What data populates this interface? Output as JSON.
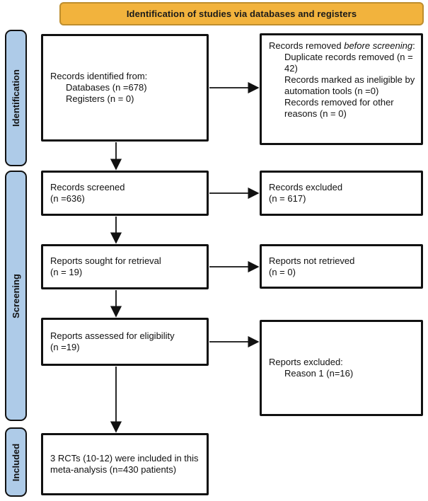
{
  "banner": {
    "title": "Identification of studies via databases and registers",
    "fill": "#F2B33D",
    "border": "#BE8E2E"
  },
  "sidebar": {
    "fill": "#AECBE8",
    "stages": [
      {
        "label": "Identification"
      },
      {
        "label": "Screening"
      },
      {
        "label": "Included"
      }
    ]
  },
  "flow": {
    "records_identified": {
      "title": "Records identified from:",
      "items": [
        "Databases (n =678)",
        "Registers (n = 0)"
      ]
    },
    "records_removed": {
      "prefix": "Records removed ",
      "italic": "before screening",
      "suffix": ":",
      "items": [
        "Duplicate records removed (n = 42)",
        "Records marked as ineligible by automation tools (n =0)",
        "Records removed for other reasons (n = 0)"
      ]
    },
    "records_screened": {
      "lines": [
        "Records screened",
        "(n =636)"
      ]
    },
    "records_excluded": {
      "lines": [
        "Records excluded",
        "(n = 617)"
      ]
    },
    "reports_sought": {
      "lines": [
        "Reports sought for retrieval",
        "(n = 19)"
      ]
    },
    "reports_not_retrieved": {
      "lines": [
        "Reports not retrieved",
        "(n = 0)"
      ]
    },
    "reports_assessed": {
      "lines": [
        "Reports assessed for eligibility",
        "(n =19)"
      ]
    },
    "reports_excluded": {
      "title": "Reports excluded:",
      "items": [
        "Reason 1 (n=16)"
      ]
    },
    "included": {
      "text": "3 RCTs (10-12) were included in this meta-analysis (n=430 patients)"
    }
  }
}
